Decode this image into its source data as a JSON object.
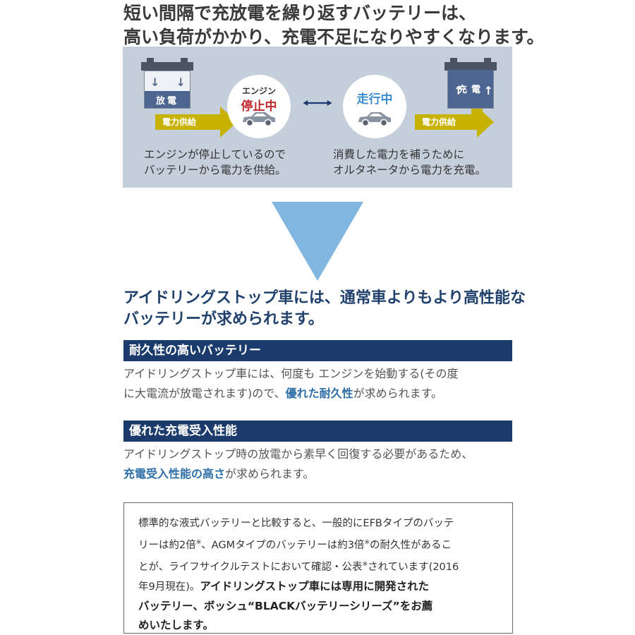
{
  "headline": {
    "line1": "短い間隔で充放電を繰り返すバッテリーは、",
    "line2": "高い負荷がかかり、充電不足になりやすくなります。"
  },
  "diagram": {
    "discharge_label": "放電",
    "charge_label": "充電",
    "supply_left": "電力供給",
    "supply_right": "電力供給",
    "stopped_small": "エンジン",
    "stopped_big": "停止中",
    "running": "走行中",
    "left_text": [
      "エンジンが停止しているので",
      "バッテリーから電力を供給。"
    ],
    "right_text": [
      "消費した電力を補うために",
      "オルタネータから電力を充電。"
    ],
    "colors": {
      "stopped": "#c0282d",
      "running": "#3d8ed0",
      "supply": "#c8b200",
      "panel": "#c4cfdb"
    }
  },
  "lead": {
    "line1": "アイドリングストップ車には、通常車よりもより高性能な",
    "line2": "バッテリーが求められます。"
  },
  "sections": [
    {
      "title": "耐久性の高いバッテリー",
      "line1": "アイドリングストップ車には、何度も エンジンを始動する(その度",
      "line2_pre": "に大電流が放電されます)ので、",
      "line2_hl": "優れた耐久性",
      "line2_post": "が求められます。"
    },
    {
      "title": "優れた充電受入性能",
      "line1": "アイドリングストップ時の放電から素早く回復する必要があるため、",
      "line2_hl": "充電受入性能の高さ",
      "line2_post": "が求められます。"
    }
  ],
  "note": {
    "l1": "標準的な液式バッテリーと比較すると、一般的にEFBタイプのバッテ",
    "l2a": "リーは約2倍",
    "l2b": "、AGMタイプのバッテリーは約3倍",
    "l2c": "の耐久性があるこ",
    "l3a": "とが、ライフサイクルテストにおいて確認・公表",
    "l3b": "されています(2016",
    "l4a": "年9月現在)。",
    "l4b": "アイドリングストップ車には専用に開発された",
    "l5": "バッテリー、ボッシュ“BLACKバッテリーシリーズ”をお薦",
    "l6": "めいたします。",
    "mark": "※"
  }
}
